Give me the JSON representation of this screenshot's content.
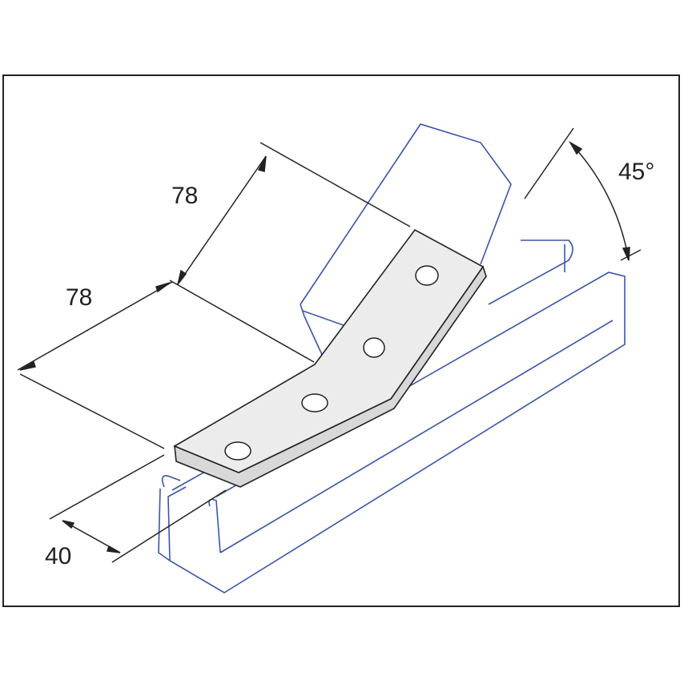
{
  "dimensions": {
    "upper_length": "78",
    "lower_length": "78",
    "width": "40",
    "angle": "45°"
  },
  "colors": {
    "channel_outline": "#3a55a8",
    "plate_fill": "#e8e8e8",
    "line": "#222222"
  }
}
